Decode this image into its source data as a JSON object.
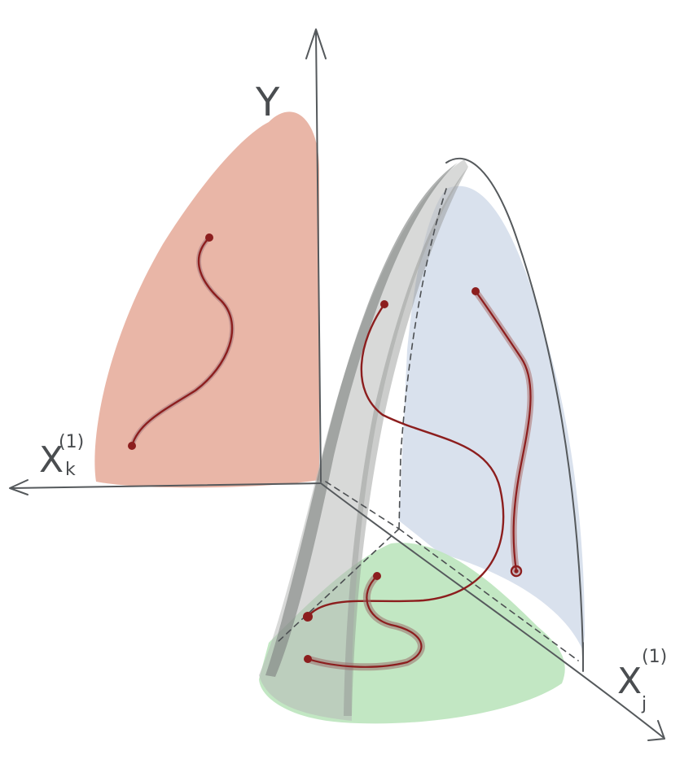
{
  "labels": {
    "y_axis": "Y",
    "x_k_main": "X",
    "x_k_index": "k",
    "x_k_sup": "(1)",
    "x_j_main": "X",
    "x_j_index": "j",
    "x_j_sup": "(1)"
  },
  "colors": {
    "left_panel": "#e8b2a2",
    "right_panel": "#d7dfec",
    "bottom_panel": "#bfe6c0",
    "surface_gray": "#b8b9b8",
    "surface_dark": "#7d807e",
    "curve_red": "#8c1e1e",
    "curve_shadow": "#b48686",
    "axis": "#55595c"
  }
}
